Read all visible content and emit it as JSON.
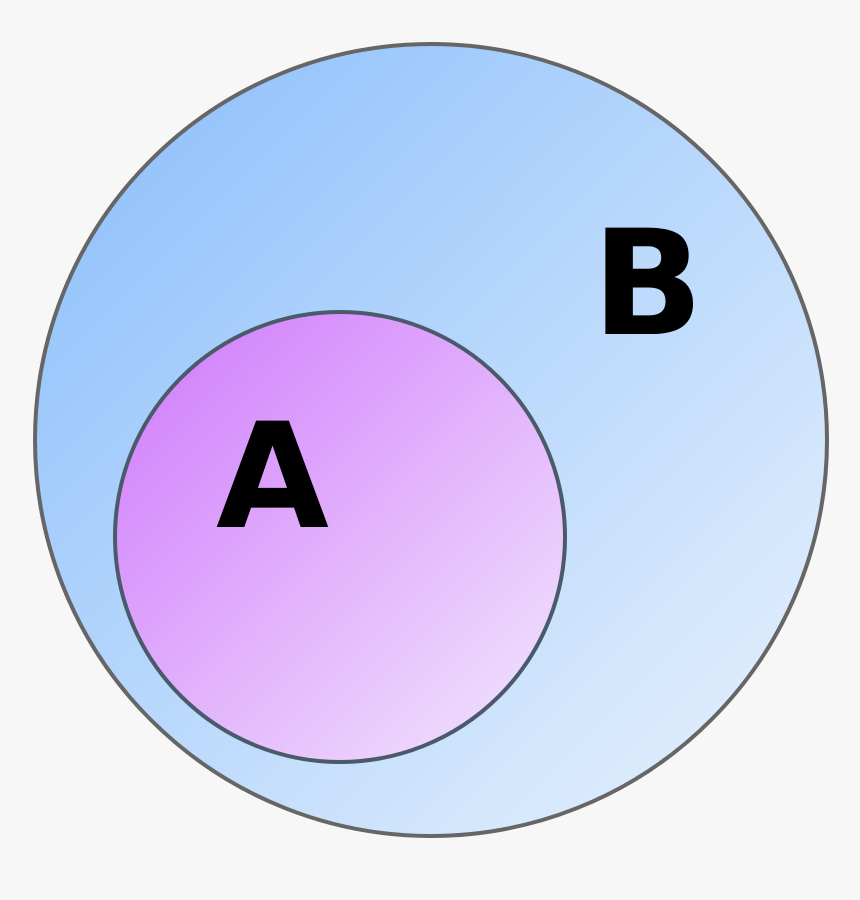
{
  "diagram": {
    "type": "venn-subset",
    "background": "#f7f7f7",
    "sets": [
      {
        "id": "B",
        "label": "B",
        "role": "superset",
        "fill_start": "#8ec1fb",
        "fill_end": "#e6f1fd",
        "stroke": "#666666"
      },
      {
        "id": "A",
        "label": "A",
        "role": "subset",
        "fill_start": "#d27ffb",
        "fill_end": "#f0e2fd",
        "stroke": "#4a5a6a"
      }
    ],
    "relation": "A ⊂ B"
  }
}
